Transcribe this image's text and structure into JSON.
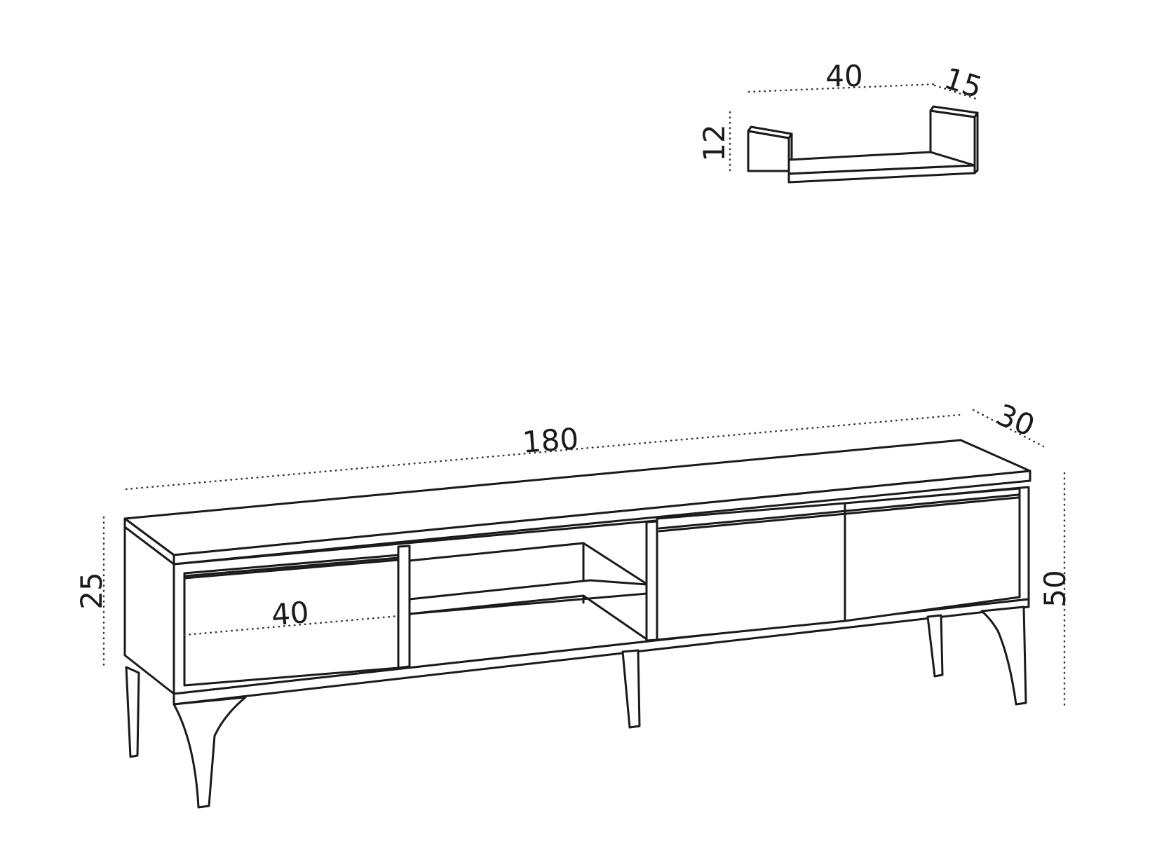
{
  "shelf": {
    "width": "40",
    "depth": "15",
    "height": "12"
  },
  "tv_unit": {
    "width": "180",
    "depth": "30",
    "height": "50",
    "inner_height": "25",
    "compartment_width": "40"
  },
  "colors": {
    "line": "#1a1a1a",
    "background": "#ffffff"
  }
}
